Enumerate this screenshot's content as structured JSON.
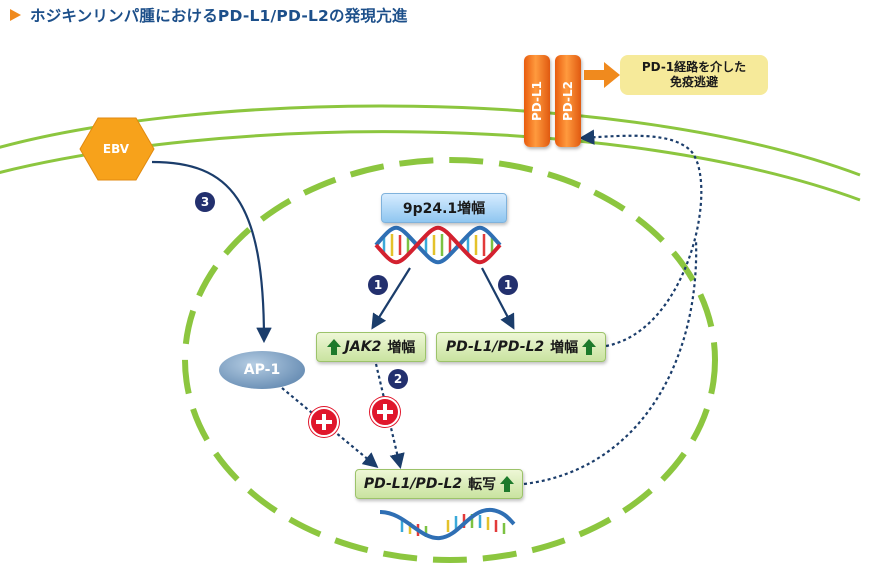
{
  "title": "ホジキンリンパ腫におけるPD-L1/PD-L2の発現亢進",
  "nodes": {
    "ebv": "EBV",
    "amp_9p": "9p24.1増幅",
    "jak2": "JAK2",
    "amp": "増幅",
    "pdl_gene": "PD-L1/PD-L2",
    "transcription": "転写",
    "ap1": "AP-1",
    "pd_l1": "PD-L1",
    "pd_l2": "PD-L2",
    "immune_escape_line1": "PD-1経路を介した",
    "immune_escape_line2": "免疫逃避"
  },
  "steps": {
    "one_a": "1",
    "one_b": "1",
    "two": "2",
    "three": "3"
  },
  "colors": {
    "membrane": "#8cc63f",
    "nucleus_dash": "#8cc63f",
    "arrow": "#1b3d6b",
    "orange": "#f08a1e",
    "plus": "#e0162b",
    "step_badge": "#23306e"
  }
}
